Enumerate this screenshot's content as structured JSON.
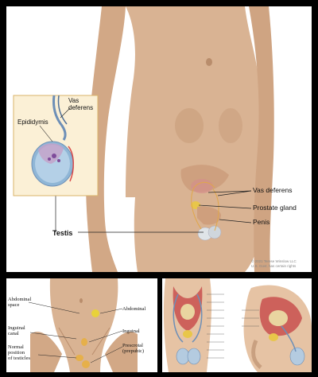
{
  "main_panel": {
    "labels": {
      "vas_deferens_inset": "Vas\ndeferens",
      "epididymis": "Epididymis",
      "testis": "Testis",
      "vas_deferens": "Vas deferens",
      "prostate_gland": "Prostate gland",
      "penis": "Penis"
    },
    "copyright": "© 2021 Terese Winslow LLC\nU.S. Govt. has certain rights"
  },
  "bottom_left_panel": {
    "labels": {
      "abdominal_space": "Abdominal\nspace",
      "abdominal": "Abdominal",
      "inguinal_canal": "Inguinal\ncanal",
      "inguinal": "Inguinal",
      "normal_position": "Normal\nposition\nof testicles",
      "prescrotal": "Prescrotal\n(prepubic)"
    }
  },
  "colors": {
    "skin": "#d9b393",
    "skin_shadow": "#b98d6c",
    "inset_bg": "#fbf0d6",
    "inset_border": "#d9b36a",
    "testis_blue": "#8fb6d6",
    "ureter_blue": "#6d8fb7",
    "prostate_yellow": "#e8c64a",
    "tissue_red": "#c8504f",
    "background": "#000000"
  }
}
